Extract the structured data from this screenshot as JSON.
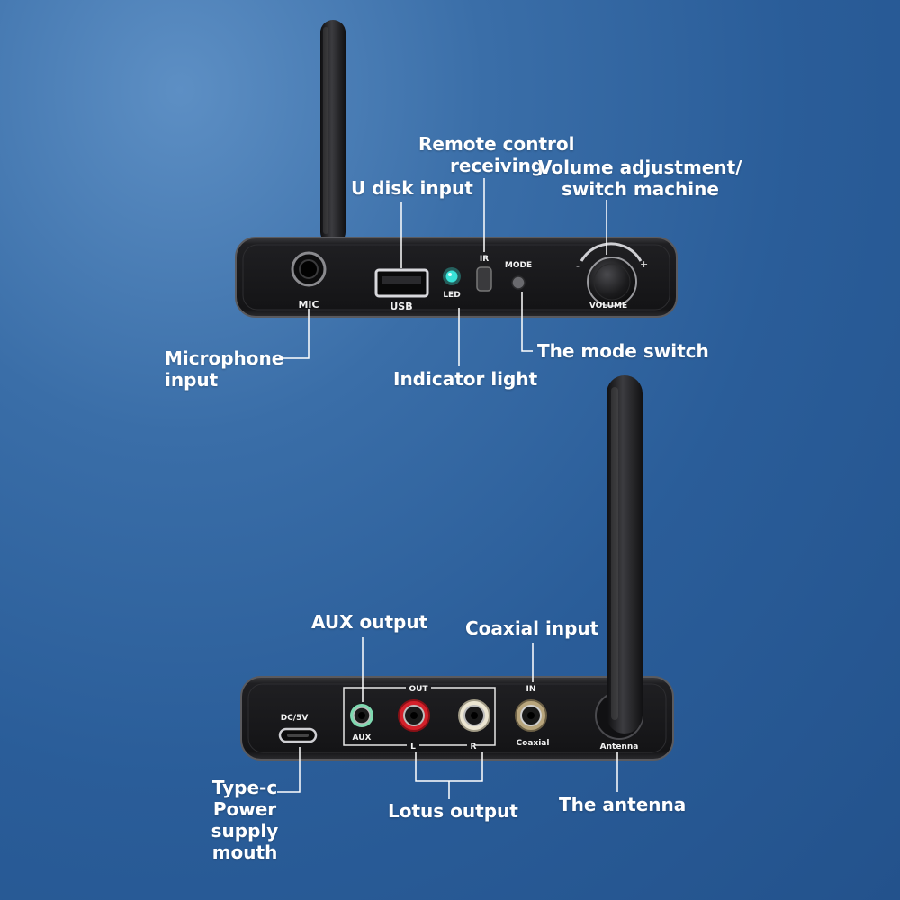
{
  "front_panel": {
    "port_labels": {
      "mic": "MIC",
      "usb": "USB",
      "led": "LED",
      "ir": "IR",
      "mode": "MODE",
      "volume": "VOLUME"
    },
    "callouts": {
      "remote_line1": "Remote control",
      "remote_line2": "receiving",
      "udisk": "U disk input",
      "volume_line1": "Volume adjustment/",
      "volume_line2": "switch machine",
      "mic_line1": "Microphone",
      "mic_line2": "input",
      "indicator": "Indicator light",
      "mode_switch": "The mode switch"
    }
  },
  "rear_panel": {
    "port_labels": {
      "dc": "DC/5V",
      "out": "OUT",
      "aux": "AUX",
      "left": "L",
      "right": "R",
      "in": "IN",
      "coaxial": "Coaxial",
      "antenna": "Antenna"
    },
    "callouts": {
      "aux_output": "AUX output",
      "coaxial_input": "Coaxial input",
      "typec_line1": "Type-c",
      "typec_line2": "Power",
      "typec_line3": "supply",
      "typec_line4": "mouth",
      "lotus_output": "Lotus output",
      "antenna": "The antenna"
    }
  },
  "colors": {
    "background": "#2a5d99",
    "device_body": "#1c1c1e",
    "led": "#39e3d8",
    "rca_red": "#d4202a",
    "rca_white": "#ece6d2",
    "aux_green": "#7fd9b0"
  }
}
